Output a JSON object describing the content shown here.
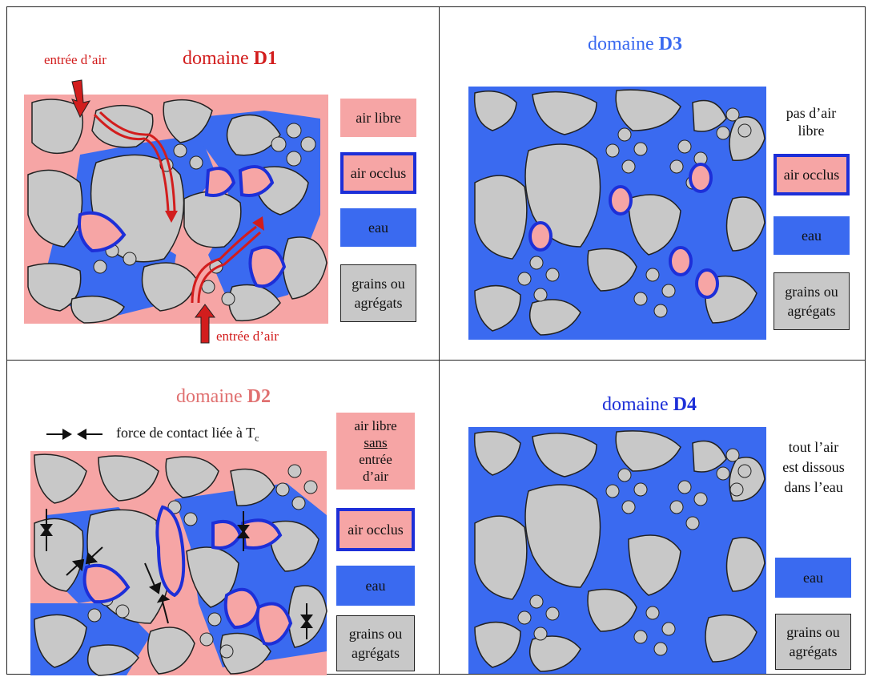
{
  "colors": {
    "free_air": "#f6a5a5",
    "water": "#3a6af0",
    "grain": "#c8c8c8",
    "occluded_border": "#1d2fd8",
    "arrow_red": "#d21d1d",
    "title_d1": "#d21d1d",
    "title_d2": "#e07070",
    "title_d3": "#3a6af0",
    "title_d4": "#1d2fd8"
  },
  "d1": {
    "title_prefix": "domaine ",
    "title_code": "D1",
    "air_entry_top": "entrée d’air",
    "air_entry_bottom": "entrée d’air",
    "legend": {
      "free_air": "air libre",
      "occluded_air": "air occlus",
      "water": "eau",
      "grains": [
        "grains ou",
        "agrégats"
      ]
    }
  },
  "d2": {
    "title_prefix": "domaine ",
    "title_code": "D2",
    "contact_note": "force de contact liée à T",
    "contact_sub": "c",
    "legend": {
      "free_air": [
        "air libre",
        "sans",
        "entrée",
        "d’air"
      ],
      "occluded_air": "air occlus",
      "water": "eau",
      "grains": [
        "grains ou",
        "agrégats"
      ]
    }
  },
  "d3": {
    "title_prefix": "domaine ",
    "title_code": "D3",
    "note": [
      "pas d’air",
      "libre"
    ],
    "legend": {
      "occluded_air": "air occlus",
      "water": "eau",
      "grains": [
        "grains ou",
        "agrégats"
      ]
    }
  },
  "d4": {
    "title_prefix": "domaine ",
    "title_code": "D4",
    "note": [
      "tout l’air",
      "est dissous",
      "dans l’eau"
    ],
    "legend": {
      "water": "eau",
      "grains": [
        "grains ou",
        "agrégats"
      ]
    }
  }
}
